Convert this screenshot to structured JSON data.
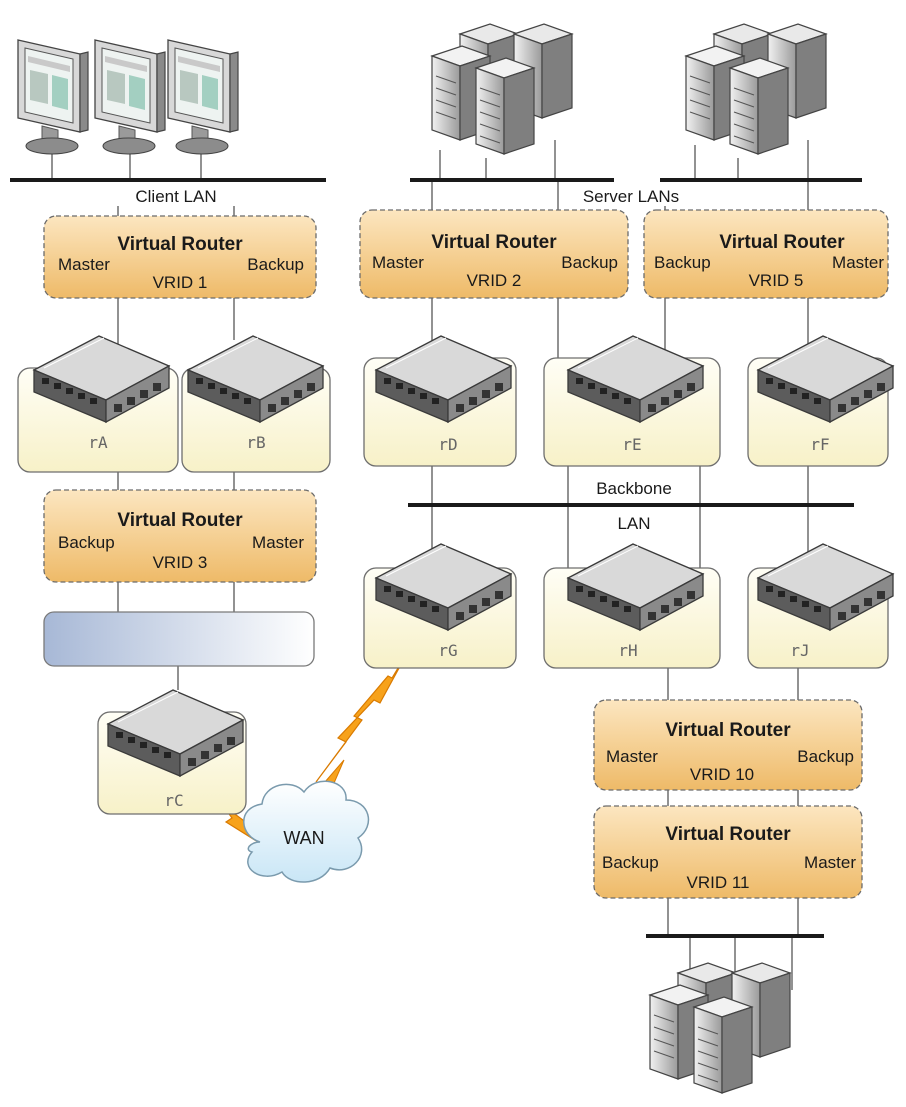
{
  "labels": {
    "client_lan": "Client LAN",
    "server_lans": "Server LANs",
    "backbone": "Backbone",
    "lan": "LAN",
    "wan": "WAN"
  },
  "virtual_routers": [
    {
      "id": "vrid1",
      "title": "Virtual Router",
      "left": "Master",
      "right": "Backup",
      "vrid": "VRID 1"
    },
    {
      "id": "vrid2",
      "title": "Virtual Router",
      "left": "Master",
      "right": "Backup",
      "vrid": "VRID 2"
    },
    {
      "id": "vrid5",
      "title": "Virtual Router",
      "left": "Backup",
      "right": "Master",
      "vrid": "VRID 5"
    },
    {
      "id": "vrid3",
      "title": "Virtual Router",
      "left": "Backup",
      "right": "Master",
      "vrid": "VRID 3"
    },
    {
      "id": "vrid10",
      "title": "Virtual Router",
      "left": "Master",
      "right": "Backup",
      "vrid": "VRID 10"
    },
    {
      "id": "vrid11",
      "title": "Virtual Router",
      "left": "Backup",
      "right": "Master",
      "vrid": "VRID 11"
    }
  ],
  "routers": [
    {
      "id": "rA",
      "name": "rA"
    },
    {
      "id": "rB",
      "name": "rB"
    },
    {
      "id": "rC",
      "name": "rC"
    },
    {
      "id": "rD",
      "name": "rD"
    },
    {
      "id": "rE",
      "name": "rE"
    },
    {
      "id": "rF",
      "name": "rF"
    },
    {
      "id": "rG",
      "name": "rG"
    },
    {
      "id": "rH",
      "name": "rH"
    },
    {
      "id": "rJ",
      "name": "rJ"
    }
  ],
  "colors": {
    "vr_fill_top": "#fbe1b4",
    "vr_fill_bottom": "#efbf70",
    "vr_border": "#6b6b6b",
    "router_panel": "#fdfbe3",
    "lan_bar": "#1a1a1a",
    "link_line": "#6e6e6e",
    "lightning": "#f7a21b",
    "cloud": "#dff1fb",
    "switch_bar_left": "#a9b9d6"
  }
}
